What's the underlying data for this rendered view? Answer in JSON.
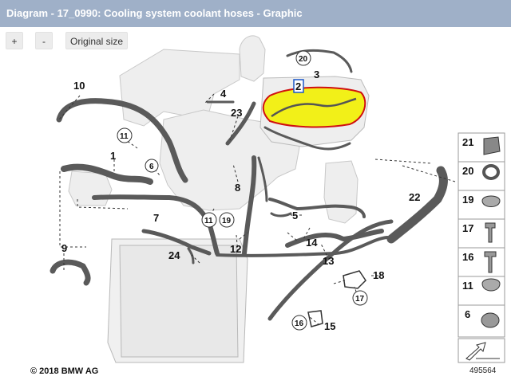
{
  "window": {
    "title": "Diagram - 17_0990: Cooling system coolant hoses - Graphic"
  },
  "toolbar": {
    "zoom_in": "+",
    "zoom_out": "-",
    "original_size": "Original size"
  },
  "labels": {
    "l1": "1",
    "l2": "2",
    "l3": "3",
    "l4": "4",
    "l5": "5",
    "l6": "6",
    "l7": "7",
    "l8": "8",
    "l9": "9",
    "l10": "10",
    "l11a": "11",
    "l11b": "11",
    "l12": "12",
    "l13": "13",
    "l14": "14",
    "l15": "15",
    "l16": "16",
    "l17": "17",
    "l18": "18",
    "l19": "19",
    "l20": "20",
    "l22": "22",
    "l23": "23",
    "l24": "24"
  },
  "parts_column": {
    "items": [
      "21",
      "20",
      "19",
      "17",
      "16",
      "11",
      "6"
    ]
  },
  "highlight": {
    "color": "#f2ef00",
    "outline": "#d01010"
  },
  "footer": {
    "copyright": "© 2018 BMW AG",
    "ref": "495564"
  }
}
